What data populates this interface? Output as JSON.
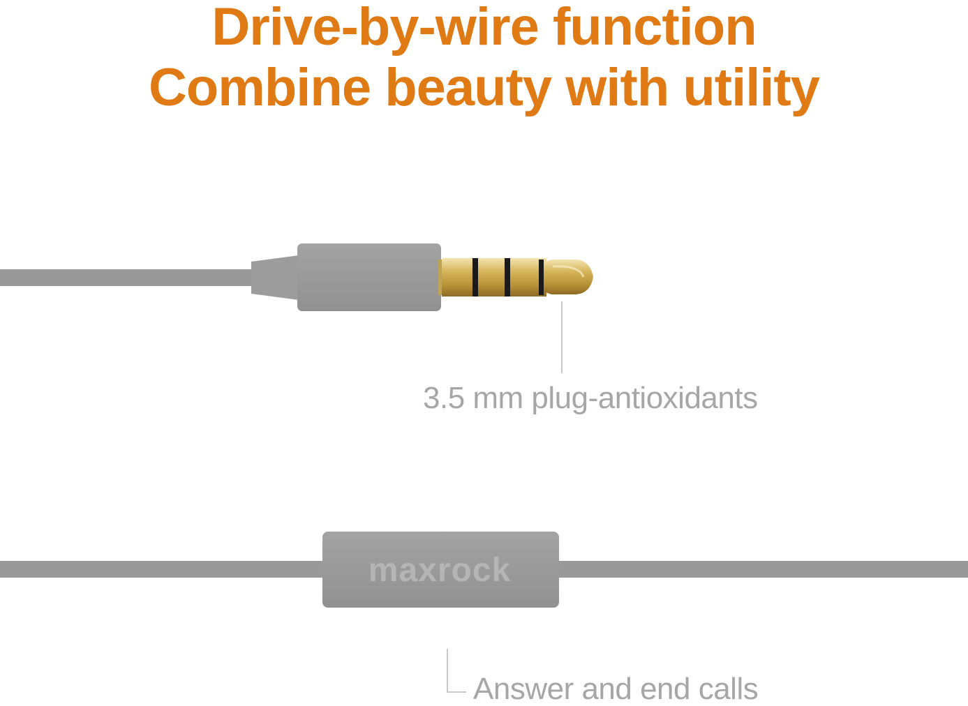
{
  "headline": {
    "line1": "Drive-by-wire function",
    "line2": "Combine beauty with utility",
    "color": "#e07a14"
  },
  "callouts": {
    "plug": "3.5 mm plug-antioxidants",
    "calls": "Answer and end calls",
    "color": "#a6a6a6"
  },
  "remote": {
    "brand": "maxrock"
  },
  "colors": {
    "cable": "#9a9a9a",
    "gold": "#d9b85a",
    "leader_line": "#c8c8c8"
  }
}
